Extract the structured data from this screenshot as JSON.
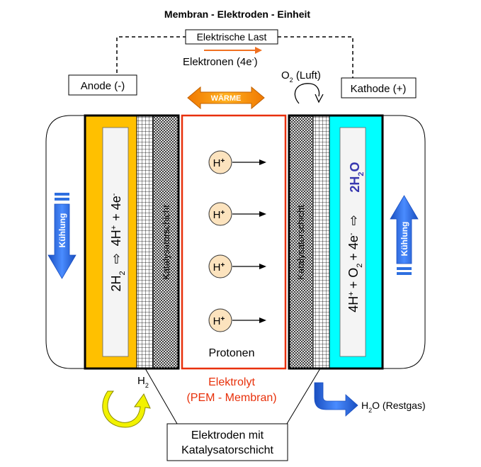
{
  "title": "Membran - Elektroden - Einheit",
  "load_label": "Elektrische Last",
  "electrons_label": "Elektronen (4e",
  "electrons_sup": "-",
  "electrons_close": ")",
  "anode_label": "Anode (-)",
  "cathode_label": "Kathode (+)",
  "oxygen_label": "O",
  "oxygen_sub": "2",
  "oxygen_rest": " (Luft)",
  "heat_label": "WÄRME",
  "cooling_label": "Kühlung",
  "catalyst_label": "Katalysatorschicht",
  "proton_label": "H",
  "proton_charge": "+",
  "protons_label": "Protonen",
  "electrolyte_line1": "Elektrolyt",
  "electrolyte_line2": "(PEM - Membran)",
  "hydrogen_label": "H",
  "hydrogen_sub": "2",
  "water_exhaust_label": "H",
  "water_exhaust_sub": "2",
  "water_exhaust_rest": "O (Restgas)",
  "electrodes_line1": "Elektroden mit",
  "electrodes_line2": "Katalysatorschicht",
  "anode_reaction": {
    "a": "2H",
    "a_sub": "2",
    "arrow": "⇨",
    "b": "4H",
    "b_sup": "+",
    "c": "+ 4e",
    "c_sup": "-"
  },
  "cathode_reaction": {
    "a": "4H",
    "a_sup": "+",
    "b": "+ O",
    "b_sub": "2",
    "c": "+ 4e",
    "c_sup": "-",
    "arrow": "⇨"
  },
  "water_product": {
    "a": "2H",
    "a_sub": "2",
    "b": "O"
  },
  "colors": {
    "anode_gold": "#FFC000",
    "cathode_cyan": "#00FFFF",
    "membrane_red": "#E8300A",
    "electron_arrow_orange": "#F07020",
    "heat_orange": "#F5A300",
    "cooling_blue": "#2E6FE0",
    "proton_fill": "#FCE3BE",
    "h2_yellow": "#F2F200",
    "water_purple": "#3838B0"
  }
}
